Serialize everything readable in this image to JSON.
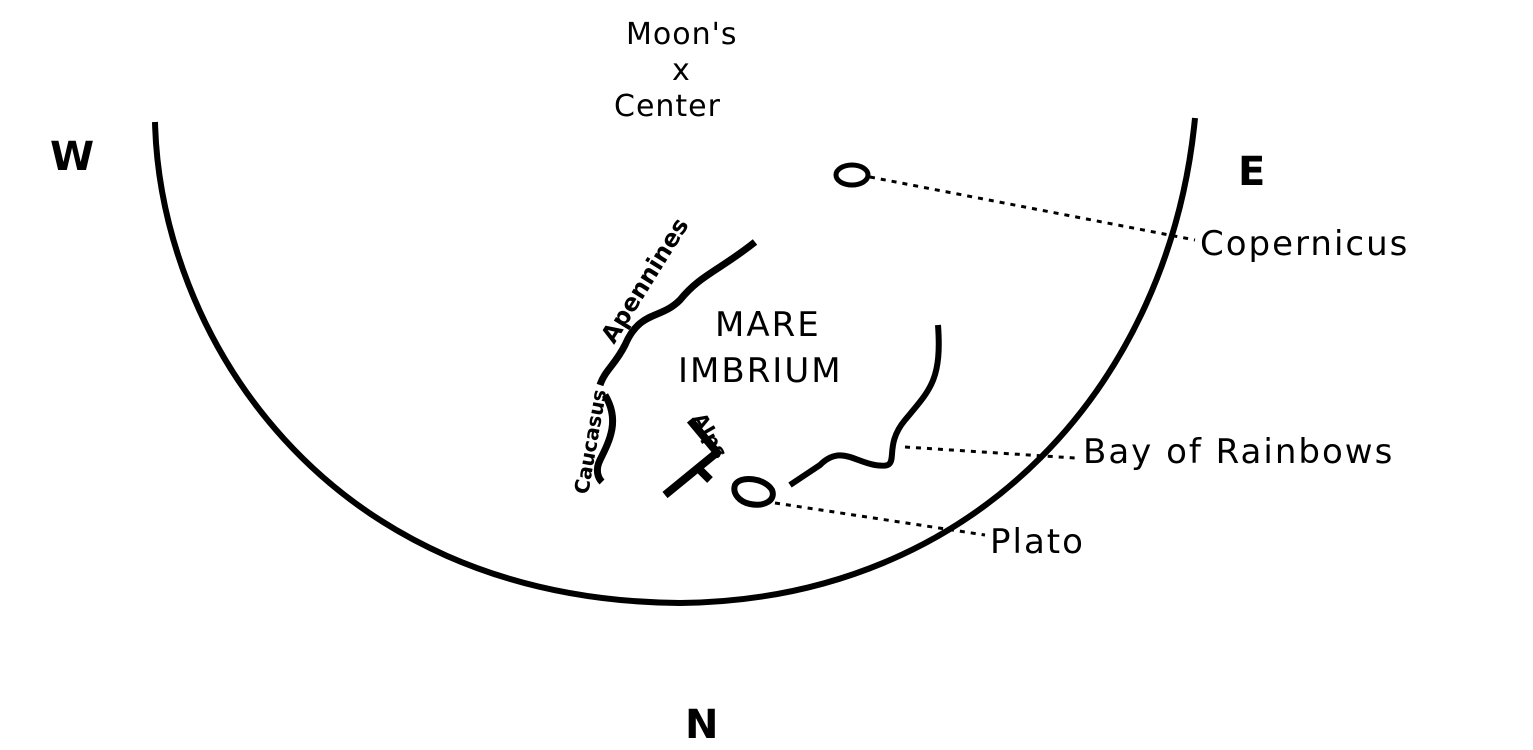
{
  "diagram": {
    "center_label_line1": "Moon's",
    "center_label_mark": "x",
    "center_label_line2": "Center",
    "directions": {
      "west": "W",
      "east": "E",
      "north": "N"
    },
    "region": {
      "line1": "MARE",
      "line2": "IMBRIUM"
    },
    "mountains": {
      "apennines": "Apennines",
      "caucasus": "Caucasus",
      "alps": "Alps"
    },
    "features": {
      "copernicus": "Copernicus",
      "bay": "Bay of Rainbows",
      "plato": "Plato"
    },
    "ink_color": "#000000"
  }
}
